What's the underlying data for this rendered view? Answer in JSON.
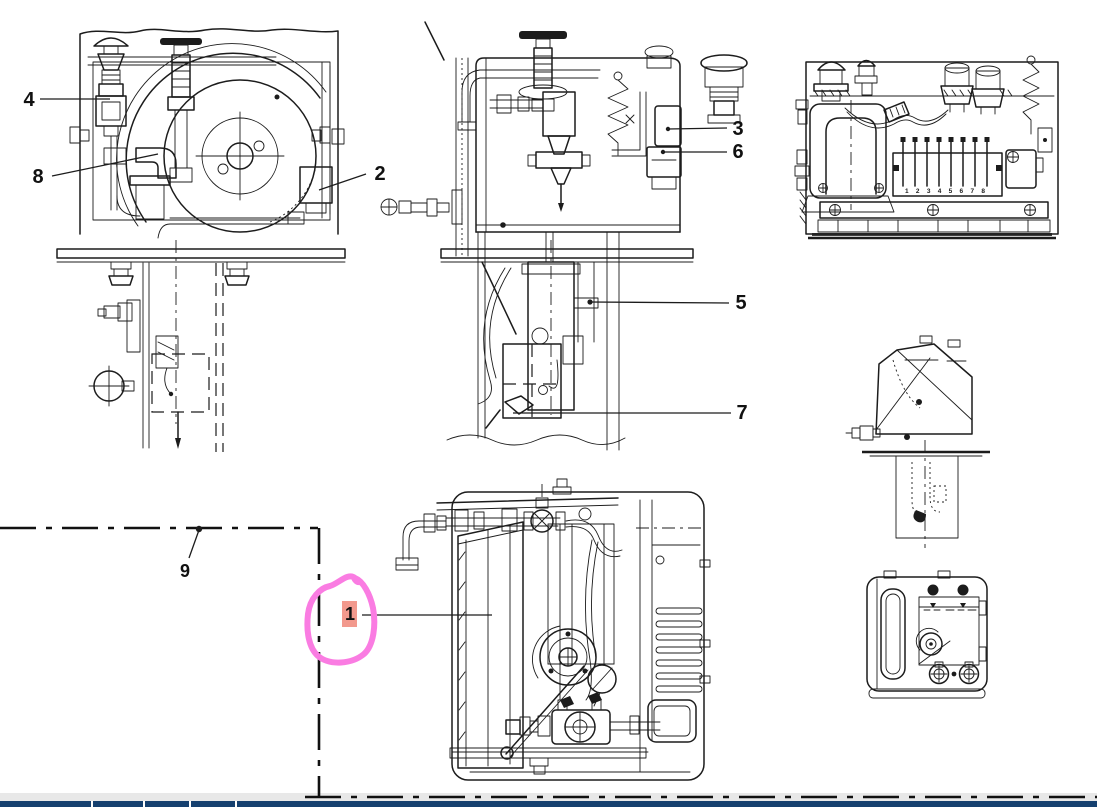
{
  "figure": {
    "callouts": [
      {
        "n": "1"
      },
      {
        "n": "2"
      },
      {
        "n": "3"
      },
      {
        "n": "4"
      },
      {
        "n": "5"
      },
      {
        "n": "6"
      },
      {
        "n": "7"
      },
      {
        "n": "8"
      },
      {
        "n": "9"
      }
    ],
    "control_box": {
      "terminal_labels": "1 2 3 4 5 6 7 8"
    }
  },
  "annotation": {
    "highlighted_callout": "1",
    "circle_color": "#fa7ce2",
    "highlight_fill": "#f2998d"
  },
  "bottom_bar": {
    "header_color": "#15406f",
    "strip_color": "#e8e8e8"
  }
}
